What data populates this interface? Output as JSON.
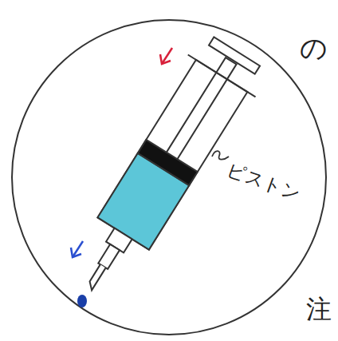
{
  "diagram": {
    "labels": [
      "の",
      "ピストン",
      "注"
    ]
  }
}
